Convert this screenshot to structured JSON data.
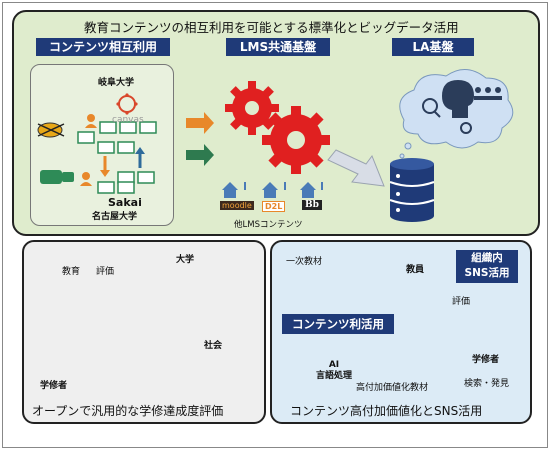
{
  "top": {
    "title": "教育コンテンツの相互利用を可能とする標準化とビッグデータ活用",
    "header_left": "コンテンツ相互利用",
    "header_mid": "LMS共通基盤",
    "header_right": "LA基盤",
    "gifu_label": "岐阜大学",
    "canvas_label": "canvas",
    "sakai_label": "Sakai",
    "nagoya_label": "名古屋大学",
    "other_lms_label": "他LMSコンテンツ",
    "logo_moodle": "moodle",
    "logo_d2l": "D2L",
    "logo_bb": "Bb"
  },
  "bottom_left": {
    "label_kyoiku": "教育",
    "label_hyoka": "評価",
    "label_daigaku": "大学",
    "label_shakai": "社会",
    "label_gakushusha": "学修者",
    "caption": "オープンで汎用的な学修達成度評価"
  },
  "bottom_right": {
    "label_ichiji": "一次教材",
    "label_kyoin": "教員",
    "sns_line1": "組織内",
    "sns_line2": "SNS活用",
    "label_hyoka": "評価",
    "content_label": "コンテンツ利活用",
    "ai_line1": "AI",
    "ai_line2": "言語処理",
    "label_gakushusha": "学修者",
    "label_kensaku": "検索・発見",
    "label_kofuka": "高付加価値化教材",
    "caption": "コンテンツ高付加価値化とSNS活用"
  }
}
